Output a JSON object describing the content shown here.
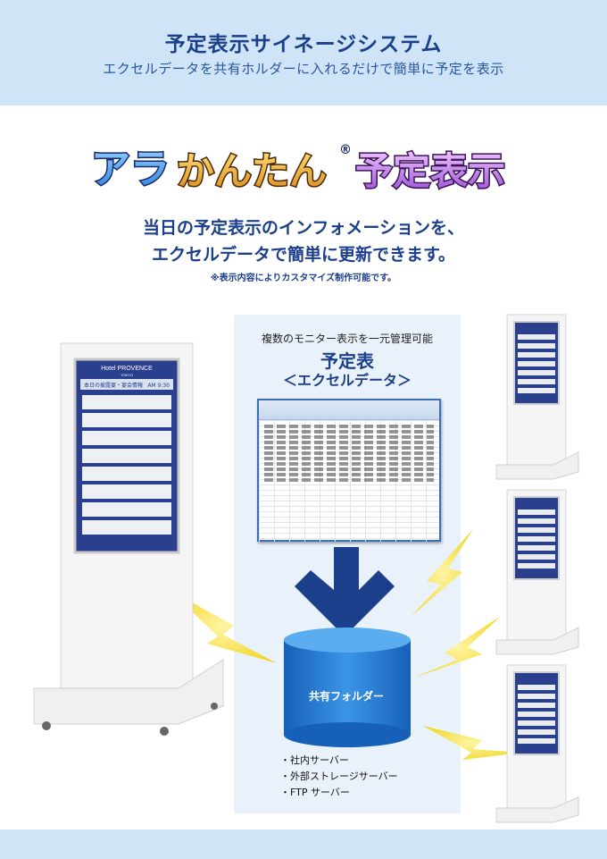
{
  "header": {
    "title": "予定表示サイネージシステム",
    "subtitle": "エクセルデータを共有ホルダーに入れるだけで簡単に予定を表示"
  },
  "logo": {
    "part1": "アラ",
    "part2": "かんたん",
    "mark": "®",
    "part3": "予定表示"
  },
  "lead": {
    "line1": "当日の予定表示のインフォメーションを、",
    "line2": "エクセルデータで簡単に更新できます。",
    "note": "※表示内容によりカスタマイズ制作可能です。"
  },
  "panel": {
    "caption": "複数のモニター表示を一元管理可能",
    "heading": "予定表",
    "subheading": "＜エクセルデータ＞",
    "folder_label": "共有フォルダー",
    "servers": [
      "・社内サーバー",
      "・外部ストレージサーバー",
      "・FTP サーバー"
    ]
  },
  "kiosk": {
    "hotel": "Hotel PROVENCE",
    "city": "TOKYO",
    "board_title": "本日の披露宴・宴会情報",
    "time": "AM 9:30"
  },
  "colors": {
    "navy": "#1b3f8a",
    "light_band": "#cfe4f6",
    "panel_bg": "#e9f2fb",
    "bolt": "#f2d51c",
    "db_blue": "#1f73c9"
  }
}
